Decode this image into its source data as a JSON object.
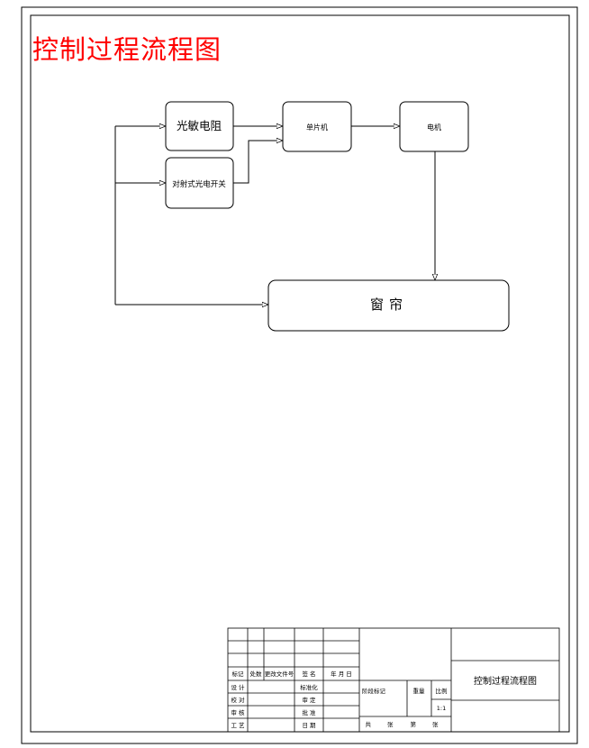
{
  "title": "控制过程流程图",
  "colors": {
    "title": "#ff0000",
    "line": "#000000",
    "background": "#ffffff"
  },
  "nodes": {
    "photoresistor": "光敏电阻",
    "photoelectric_switch": "对射式光电开关",
    "mcu": "单片机",
    "motor": "电机",
    "curtain": "窗帘"
  },
  "title_block": {
    "drawing_name": "控制过程流程图",
    "row_labels": {
      "col1": [
        "标记",
        "设 计",
        "校 对",
        "审 核",
        "工 艺"
      ],
      "col2": [
        "处数",
        "",
        "",
        "",
        ""
      ],
      "col3": [
        "更改文件号",
        "",
        "",
        "",
        ""
      ],
      "col4": [
        "签 名",
        "标准化",
        "审 定",
        "批 准",
        "日 期"
      ],
      "col5": [
        "年 月 日",
        "",
        "",
        "",
        ""
      ]
    },
    "stage_mark": "阶段标记",
    "weight": "重量",
    "scale": "比例",
    "scale_value": "1:1",
    "sheet_total": "共 张",
    "sheet_num": "第 张"
  }
}
